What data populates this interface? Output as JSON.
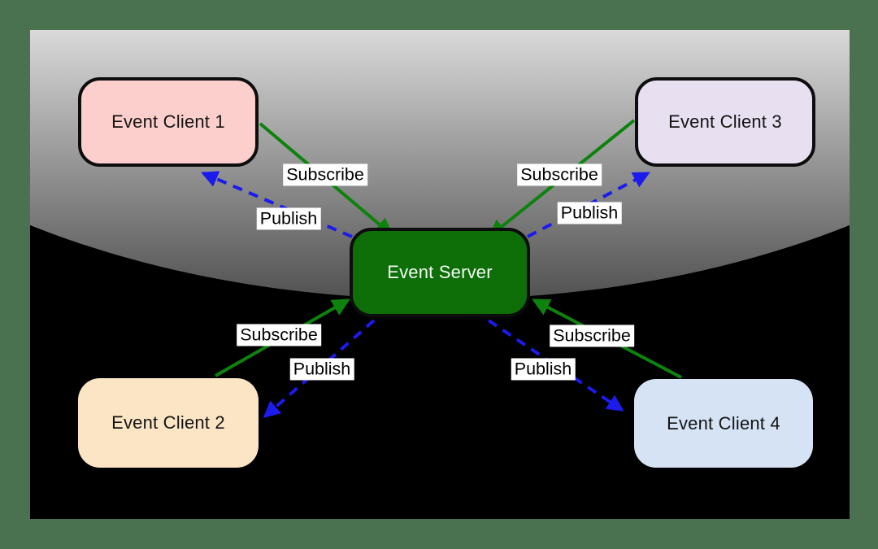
{
  "nodes": {
    "server": {
      "label": "Event Server",
      "fill": "#0e6e08",
      "text_color": "#f2fbf2"
    },
    "client1": {
      "label": "Event Client 1",
      "fill": "#fdcfcc",
      "text_color": "#141414"
    },
    "client2": {
      "label": "Event Client 2",
      "fill": "#fce5c4",
      "text_color": "#141414"
    },
    "client3": {
      "label": "Event Client 3",
      "fill": "#e8e0f1",
      "text_color": "#141414"
    },
    "client4": {
      "label": "Event Client 4",
      "fill": "#d5e3f5",
      "text_color": "#141414"
    }
  },
  "edge_labels": {
    "subscribe_top_left": "Subscribe",
    "publish_top_left": "Publish",
    "subscribe_top_right": "Subscribe",
    "publish_top_right": "Publish",
    "subscribe_bottom_left": "Subscribe",
    "publish_bottom_left": "Publish",
    "subscribe_bottom_right": "Subscribe",
    "publish_bottom_right": "Publish"
  },
  "colors": {
    "page_background": "#4a7150",
    "canvas_background": "#000000",
    "gradient_top": "#d9d9d9",
    "gradient_bottom": "#4a4a4a",
    "subscribe_arrow": "#0d820d",
    "publish_arrow": "#1b1bec",
    "node_border": "#0d0d0d",
    "label_background": "#ffffff",
    "label_text": "#000000"
  }
}
